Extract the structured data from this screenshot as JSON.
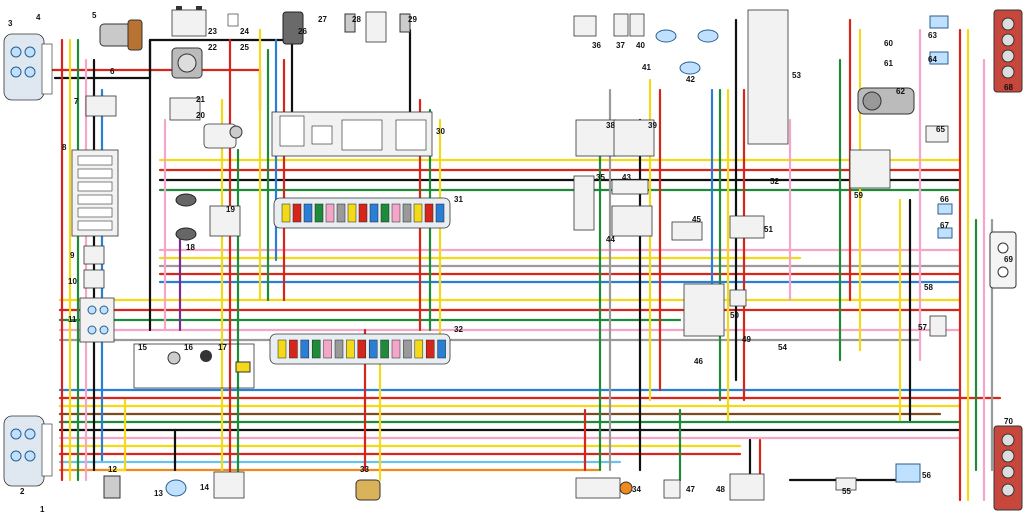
{
  "labels": {
    "l1": "1",
    "l2": "2",
    "l3": "3",
    "l4": "4",
    "l5": "5",
    "l6": "6",
    "l7": "7",
    "l8": "8",
    "l9": "9",
    "l10": "10",
    "l11": "11",
    "l12": "12",
    "l13": "13",
    "l14": "14",
    "l15": "15",
    "l16": "16",
    "l17": "17",
    "l18": "18",
    "l19": "19",
    "l20": "20",
    "l21": "21",
    "l22": "22",
    "l23": "23",
    "l24": "24",
    "l25": "25",
    "l26": "26",
    "l27": "27",
    "l28": "28",
    "l29": "29",
    "l30": "30",
    "l31": "31",
    "l32": "32",
    "l33": "33",
    "l34": "34",
    "l35": "35",
    "l36": "36",
    "l37": "37",
    "l38": "38",
    "l39": "39",
    "l40": "40",
    "l41": "41",
    "l42": "42",
    "l43": "43",
    "l44": "44",
    "l45": "45",
    "l46": "46",
    "l47": "47",
    "l48": "48",
    "l49": "49",
    "l50": "50",
    "l51": "51",
    "l52": "52",
    "l53": "53",
    "l54": "54",
    "l55": "55",
    "l56": "56",
    "l57": "57",
    "l58": "58",
    "l59": "59",
    "l60": "60",
    "l61": "61",
    "l62": "62",
    "l63": "63",
    "l64": "64",
    "l65": "65",
    "l66": "66",
    "l67": "67",
    "l68": "68",
    "l69": "69",
    "l70": "70"
  },
  "colors": {
    "red": "#d6261c",
    "yellow": "#f2d91a",
    "green": "#1f8a3a",
    "blue": "#2a7fd4",
    "black": "#111111",
    "brown": "#7a4a22",
    "pink": "#f3a6c8",
    "gray": "#9a9a9a",
    "white": "#ffffff",
    "violet": "#7b2d8e",
    "orange": "#f08a1c",
    "lightblue": "#6cc3e8"
  }
}
